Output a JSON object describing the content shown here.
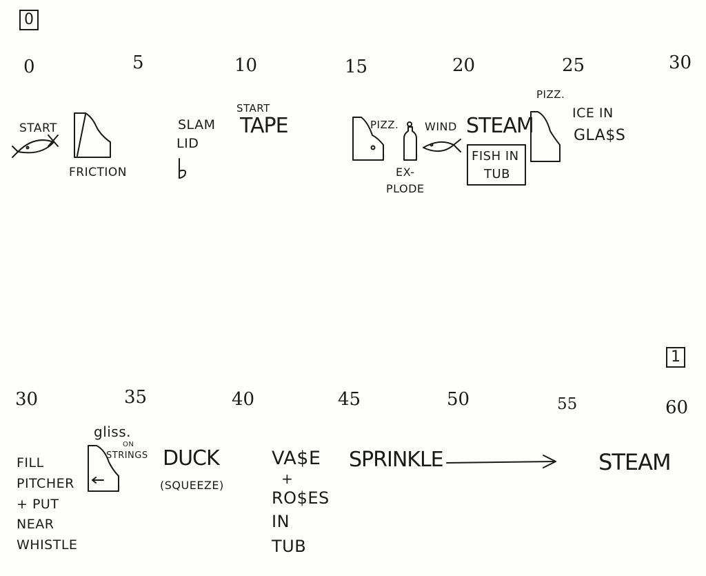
{
  "page_labels": {
    "first": "0",
    "second": "1"
  },
  "timeline_top": {
    "marks": [
      "0",
      "5",
      "10",
      "15",
      "20",
      "25",
      "30"
    ]
  },
  "timeline_bottom": {
    "marks": [
      "30",
      "35",
      "40",
      "45",
      "50",
      "55",
      "60"
    ]
  },
  "events_top": {
    "start_label": "START",
    "friction": "FRICTION",
    "slam": "SLAM",
    "lid": "LID",
    "flat_sign": "♭",
    "start_tape_small": "START",
    "start_tape_big": "TAPE",
    "pizz_1": "PIZZ.",
    "explode_1": "EX-",
    "explode_2": "PLODE",
    "wind": "WIND",
    "steam": "STEAM",
    "fish_tub_1": "FISH IN",
    "fish_tub_2": "TUB",
    "pizz_2": "PIZZ.",
    "ice_1": "ICE IN",
    "ice_2": "GLA$S"
  },
  "events_bottom": {
    "fill_lines": [
      "FILL",
      "PITCHER",
      "+ PUT",
      "NEAR",
      "WHISTLE"
    ],
    "gliss": "gliss.",
    "on": "ON",
    "strings": "STRINGS",
    "duck": "DUCK",
    "squeeze": "(SQUEEZE)",
    "vase_lines": [
      "VA$E",
      "+",
      "RO$ES",
      "IN",
      "TUB"
    ],
    "sprinkle": "SPRINKLE",
    "steam": "STEAM"
  },
  "icons": {
    "fish": "fish-icon",
    "piano": "grand-piano-icon",
    "bottle": "bottle-icon",
    "arrow": "long-arrow-icon"
  }
}
